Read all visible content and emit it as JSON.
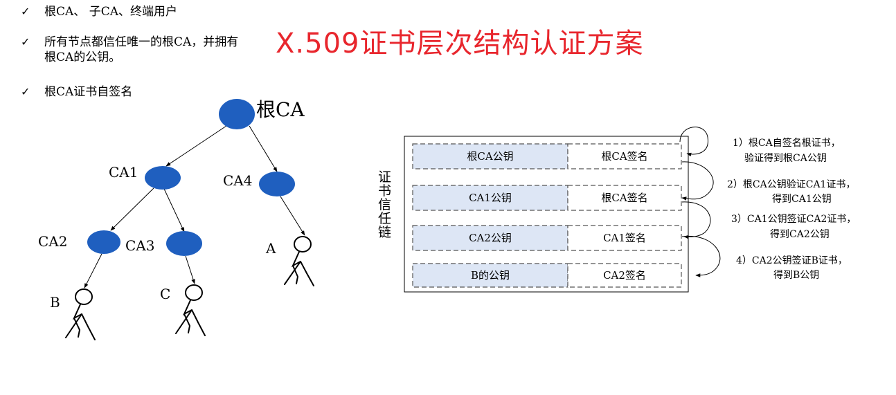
{
  "title": "X.509证书层次结构认证方案",
  "bullets": [
    {
      "icon": "checkmark-icon",
      "text": "根CA、 子CA、终端用户"
    },
    {
      "icon": "checkmark-icon",
      "text": "所有节点都信任唯一的根CA，并拥有根CA的公钥。"
    },
    {
      "icon": "checkmark-icon",
      "text": "根CA证书自签名"
    }
  ],
  "tree": {
    "root": "根CA",
    "ca1": "CA1",
    "ca4": "CA4",
    "ca2": "CA2",
    "ca3": "CA3",
    "user_a": "A",
    "user_b": "B",
    "user_c": "C",
    "node_color": "#1f5fbf"
  },
  "chain": {
    "side_label": [
      "证",
      "书",
      "信",
      "任",
      "链"
    ],
    "rows": [
      {
        "key": "根CA公钥",
        "sig": "根CA签名"
      },
      {
        "key": "CA1公钥",
        "sig": "根CA签名"
      },
      {
        "key": "CA2公钥",
        "sig": "CA1签名"
      },
      {
        "key": "B的公钥",
        "sig": "CA2签名"
      }
    ],
    "key_fill": "#dde6f5"
  },
  "steps": [
    {
      "line1": "1）根CA自签名根证书，",
      "line2": "验证得到根CA公钥"
    },
    {
      "line1": "2）根CA公钥验证CA1证书，",
      "line2": "得到CA1公钥"
    },
    {
      "line1": "3）CA1公钥签证CA2证书，",
      "line2": "得到CA2公钥"
    },
    {
      "line1": "4）CA2公钥签证B证书，",
      "line2": "得到B公钥"
    }
  ]
}
